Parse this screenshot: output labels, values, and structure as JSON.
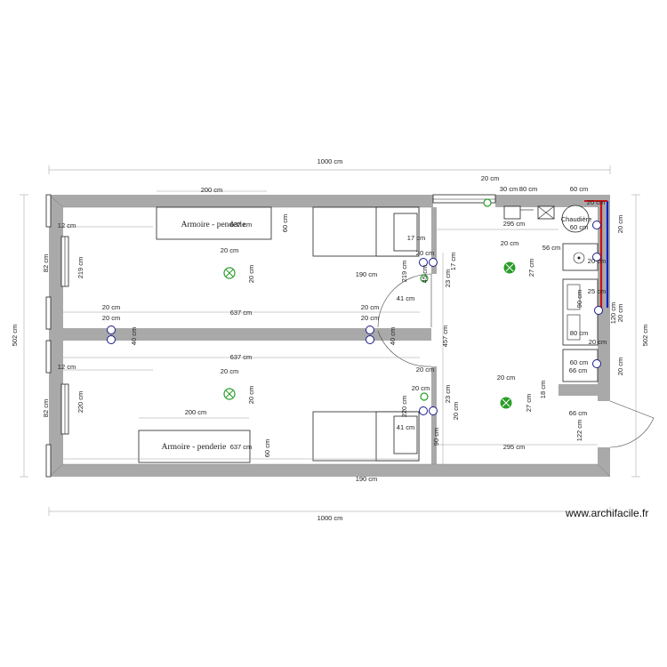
{
  "watermark": "www.archifacile.fr",
  "colors": {
    "wall": "#a9a9a9",
    "light_fixture": "#2a9d2a",
    "socket": "#1a1a8a",
    "hot_pipe": "#cc1111",
    "cold_pipe": "#1122cc"
  },
  "icons": [
    "light-fixture-icon",
    "socket-icon",
    "hob-icon",
    "sink-icon",
    "boiler-icon",
    "door-swing-icon",
    "window-icon"
  ],
  "furniture": {
    "wardrobe_top": "Armoire - penderie",
    "wardrobe_bottom": "Armoire - penderie",
    "boiler": "Chaudière"
  },
  "dimensions": {
    "overall_width_top": "1000 cm",
    "overall_width_bottom": "1000 cm",
    "overall_height_left": "502 cm",
    "overall_height_right": "502 cm",
    "wardrobe_top_width": "200 cm",
    "wardrobe_top_depth": "60 cm",
    "wardrobe_bottom_width": "200 cm",
    "wardrobe_bottom_depth": "60 cm",
    "top_room_width": "637 cm",
    "top_room_inner": "637 cm",
    "partition_width_a": "637 cm",
    "partition_width_b": "637 cm",
    "bottom_room_width": "637 cm",
    "left_wall_thick_top": "12 cm",
    "left_wall_thick_bottom": "12 cm",
    "window_top_left": "82 cm",
    "window_bottom_left": "82 cm",
    "top_room_height": "219 cm",
    "bottom_room_height": "220 cm",
    "bed_top_length": "190 cm",
    "bed_bottom_length": "190 cm",
    "hall_height": "457 cm",
    "hall_door_top": "41 cm",
    "hall_door_bottom": "41 cm",
    "kitchen_width_top": "295 cm",
    "kitchen_width_bottom": "295 cm",
    "opening_top": "20 cm",
    "opening_top_b": "30 cm",
    "opening_top_c": "80 cm",
    "opening_top_d": "60 cm",
    "boiler_dim": "20 cm",
    "kitchen_27_top": "27 cm",
    "kitchen_27_bottom": "27 cm",
    "kitchen_56": "56 cm",
    "kitchen_60": "60 cm",
    "kitchen_60b": "60 cm",
    "kitchen_66_a": "66 cm",
    "kitchen_66_b": "66 cm",
    "kitchen_18": "18 cm",
    "kitchen_25": "25 cm",
    "kitchen_122": "122 cm",
    "kitchen_120": "120 cm",
    "kitchen_90": "90 cm",
    "kitchen_80": "80 cm",
    "hall_23_a": "23 cm",
    "hall_23_b": "23 cm",
    "hall_45": "45 cm",
    "hall_17_a": "17 cm",
    "hall_17_b": "17 cm",
    "hall_219": "219 cm",
    "hall_220": "220 cm",
    "hall_90": "90 cm",
    "d20": "20 cm",
    "d40": "40 cm"
  }
}
